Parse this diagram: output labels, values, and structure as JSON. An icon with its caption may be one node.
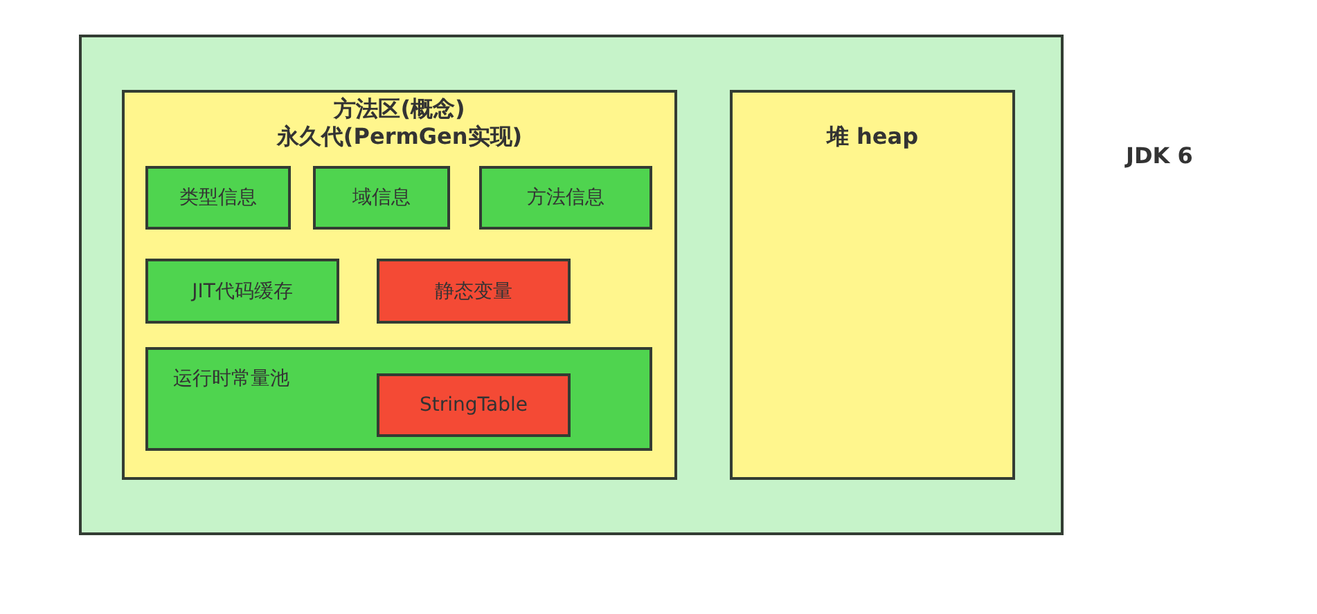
{
  "diagram": {
    "nodes": [
      {
        "text": [],
        "shape": "box"
      },
      {
        "text": [
          "方法区(概念)",
          "永久代(PermGen实现)"
        ],
        "in": 0
      },
      {
        "text": [
          "类型信息"
        ],
        "in": 1
      },
      {
        "text": [
          "域信息"
        ],
        "in": 1
      },
      {
        "text": [
          "方法信息"
        ],
        "in": 1
      },
      {
        "text": [
          "JIT代码缓存"
        ],
        "in": 1
      },
      {
        "text": [
          "静态变量"
        ],
        "in": 1
      },
      {
        "text": [
          "运行时常量池"
        ],
        "in": 1
      },
      {
        "text": [
          "StringTable"
        ],
        "in": 7
      },
      {
        "text": [
          "堆 heap"
        ],
        "in": 0
      }
    ],
    "labels": [
      "JDK 6"
    ]
  }
}
